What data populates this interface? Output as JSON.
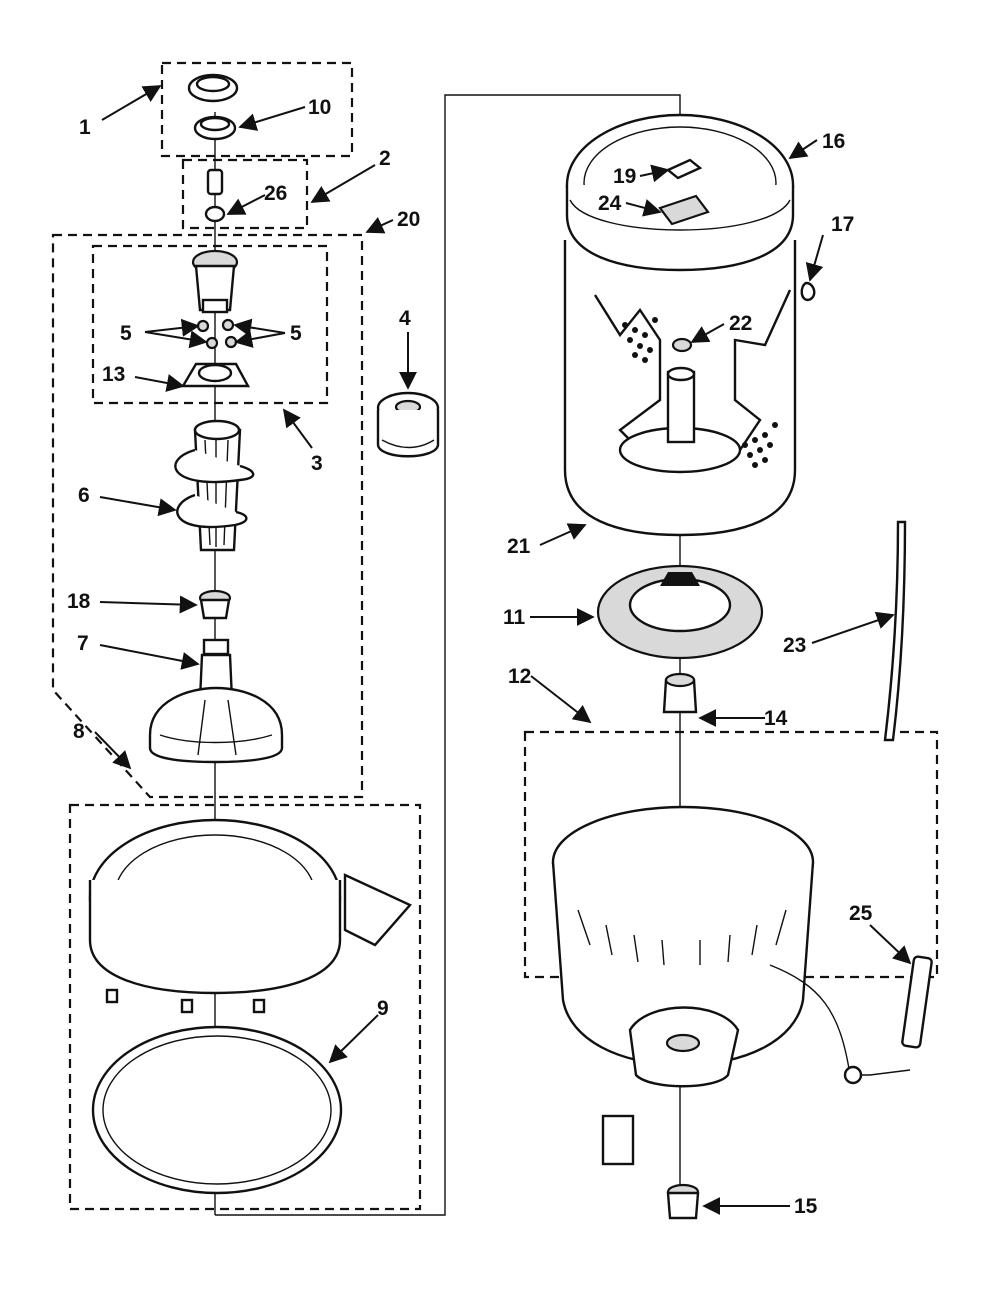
{
  "callouts": {
    "c1": "1",
    "c2": "2",
    "c3": "3",
    "c4": "4",
    "c5a": "5",
    "c5b": "5",
    "c6": "6",
    "c7": "7",
    "c8": "8",
    "c9": "9",
    "c10": "10",
    "c11": "11",
    "c12": "12",
    "c13": "13",
    "c14": "14",
    "c15": "15",
    "c16": "16",
    "c17": "17",
    "c18": "18",
    "c19": "19",
    "c20": "20",
    "c21": "21",
    "c22": "22",
    "c23": "23",
    "c24": "24",
    "c25": "25",
    "c26": "26"
  }
}
